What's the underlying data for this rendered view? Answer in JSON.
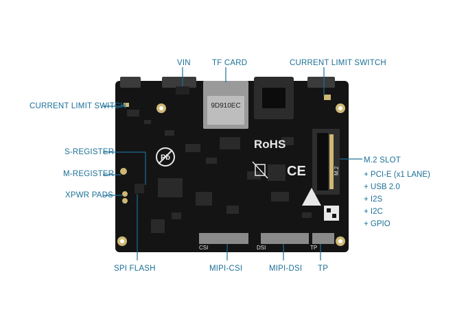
{
  "callouts": {
    "vin": "VIN",
    "tf_card": "TF CARD",
    "current_limit_switch_top": "CURRENT LIMIT SWITCH",
    "current_limit_switch_left": "CURRENT LIMIT SWITCH",
    "s_register": "S-REGISTER",
    "m_register": "M-REGISTER",
    "xpwr_pads": "XPWR PADS",
    "spi_flash": "SPI FLASH",
    "mipi_csi": "MIPI-CSI",
    "mipi_dsi": "MIPI-DSI",
    "tp": "TP",
    "m2_slot": "M.2 SLOT"
  },
  "m2_features": [
    "+ PCI-E (x1 LANE)",
    "+ USB 2.0",
    "+ I2S",
    "+ I2C",
    "+ GPIO"
  ],
  "board_text": {
    "rohs": "RoHS",
    "ce": "CE",
    "pb": "Pb",
    "tf_chip": "9D910EC",
    "csi": "CSI",
    "dsi": "DSI",
    "tp": "TP",
    "m2": "M.2"
  },
  "colors": {
    "callout": "#1a6f96",
    "board": "#141414",
    "pad": "#cfb874"
  }
}
